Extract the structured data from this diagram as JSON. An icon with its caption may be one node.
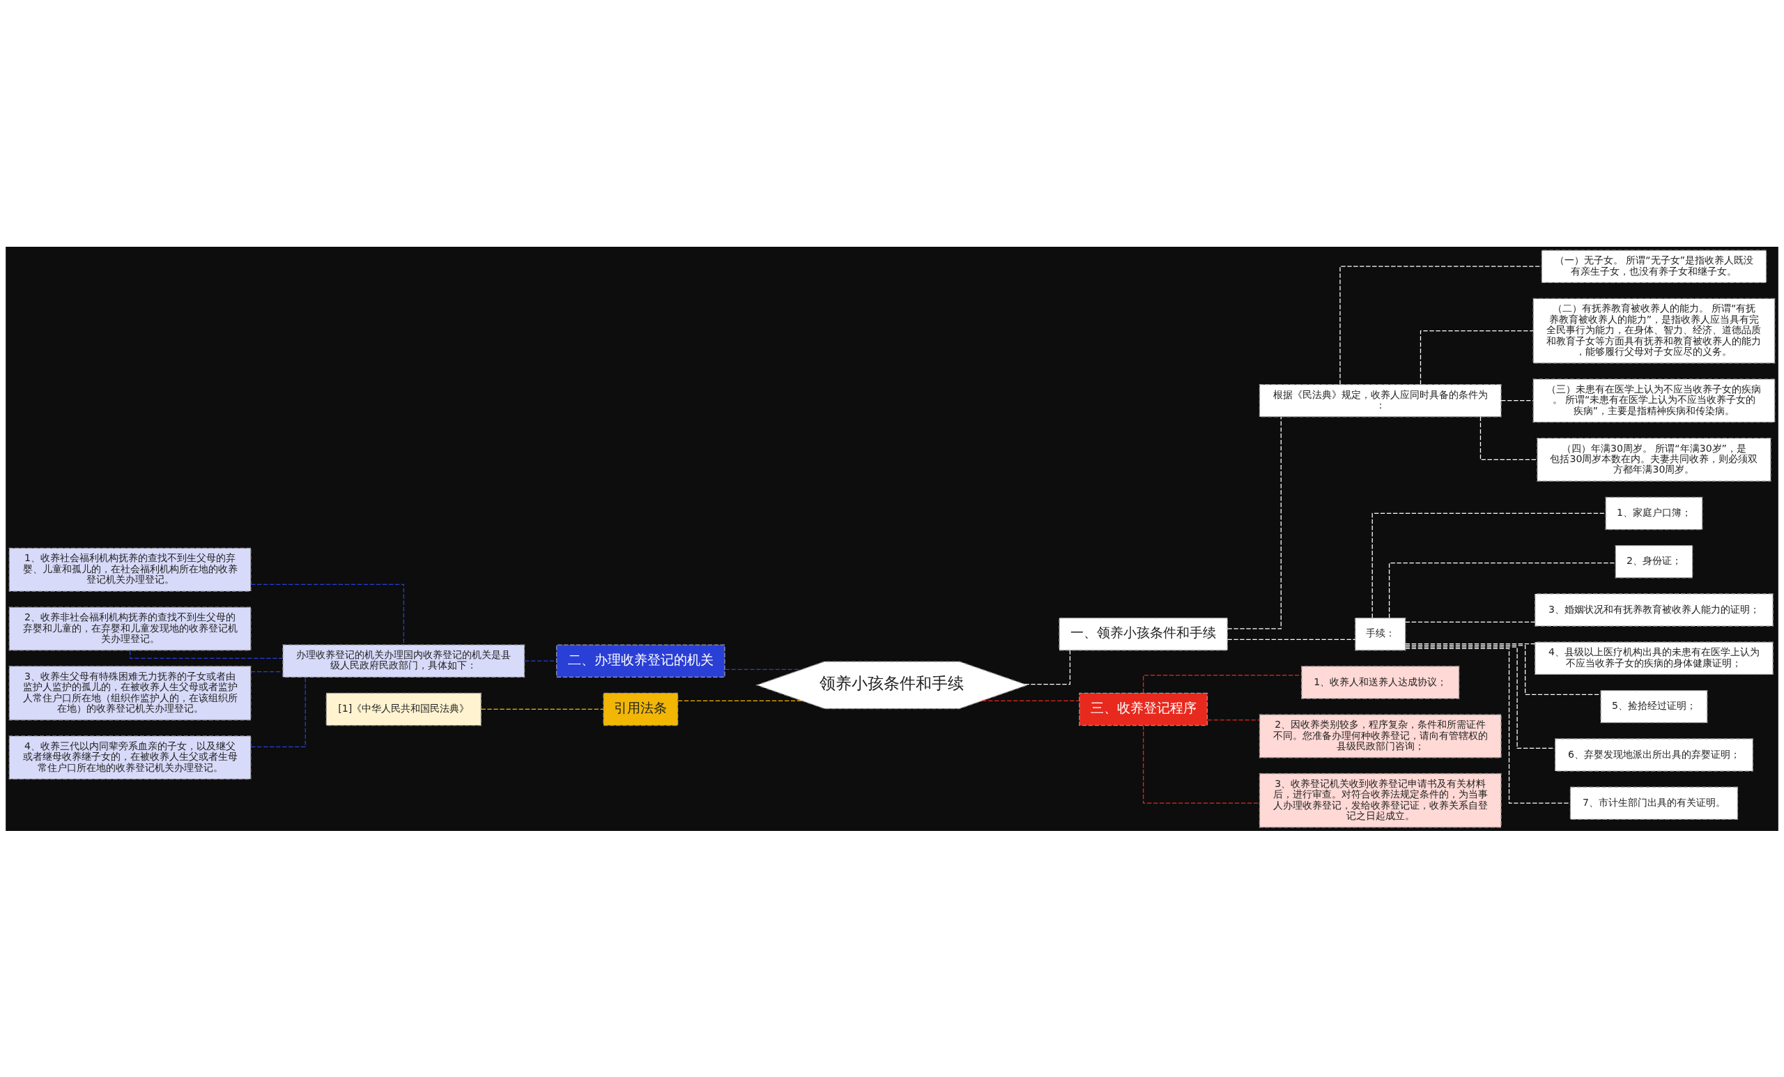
{
  "diagram": {
    "nodes": [
      {
        "text": [
          "领养小孩条件和手续"
        ]
      },
      {
        "text": [
          "一、领养小孩条件和手续"
        ]
      },
      {
        "text": [
          "根据《民法典》规定，收养人应同时具备的条件为："
        ]
      },
      {
        "text": [
          "（一）无子女。 所谓“无子女”是指收养人既没有亲生子女，也没有养子女和继子女。"
        ]
      },
      {
        "text": [
          "（二）有抚养教育被收养人的能力。 所谓“有抚养教育被收养人的能力”，是指收养人应当具有完全民事行为能力，在身体、智力、经济、道德品质和教育子女等方面具有抚养和教育被收养人的能力，能够履行父母对子女应尽的义务。"
        ]
      },
      {
        "text": [
          "（三）未患有在医学上认为不应当收养子女的疾病。 所谓“未患有在医学上认为不应当收养子女的疾病”，主要是指精神疾病和传染病。"
        ]
      },
      {
        "text": [
          "（四）年满30周岁。 所谓“年满30岁”，是包括30周岁本数在内。夫妻共同收养，则必须双方都年满30周岁。"
        ]
      },
      {
        "text": [
          "手续："
        ]
      },
      {
        "text": [
          "1、家庭户口簿；"
        ]
      },
      {
        "text": [
          "2、身份证；"
        ]
      },
      {
        "text": [
          "3、婚姻状况和有抚养教育被收养人能力的证明；"
        ]
      },
      {
        "text": [
          "4、县级以上医疗机构出具的未患有在医学上认为不应当收养子女的疾病的身体健康证明；"
        ]
      },
      {
        "text": [
          "5、捡拾经过证明；"
        ]
      },
      {
        "text": [
          "6、弃婴发现地派出所出具的弃婴证明；"
        ]
      },
      {
        "text": [
          "7、市计生部门出具的有关证明。"
        ]
      },
      {
        "text": [
          "三、收养登记程序"
        ]
      },
      {
        "text": [
          "1、收养人和送养人达成协议；"
        ]
      },
      {
        "text": [
          "2、因收养类别较多，程序复杂，条件和所需证件不同。您准备办理何种收养登记，请向有管辖权的县级民政部门咨询；"
        ]
      },
      {
        "text": [
          "3、收养登记机关收到收养登记申请书及有关材料后，进行审查。对符合收养法规定条件的，为当事人办理收养登记，发给收养登记证，收养关系自登记之日起成立。"
        ]
      },
      {
        "text": [
          "二、办理收养登记的机关"
        ]
      },
      {
        "text": [
          "办理收养登记的机关办理国内收养登记的机关是县级人民政府民政部门，具体如下："
        ]
      },
      {
        "text": [
          "1、收养社会福利机构抚养的查找不到生父母的弃婴、儿童和孤儿的，在社会福利机构所在地的收养登记机关办理登记。"
        ]
      },
      {
        "text": [
          "2、收养非社会福利机构抚养的查找不到生父母的弃婴和儿童的，在弃婴和儿童发现地的收养登记机关办理登记。"
        ]
      },
      {
        "text": [
          "3、收养生父母有特殊困难无力抚养的子女或者由监护人监护的孤儿的，在被收养人生父母或者监护人常住户口所在地（组织作监护人的，在该组织所在地）的收养登记机关办理登记。"
        ]
      },
      {
        "text": [
          "4、收养三代以内同辈旁系血亲的子女，以及继父或者继母收养继子女的，在被收养人生父或者生母常住户口所在地的收养登记机关办理登记。"
        ]
      },
      {
        "text": [
          "引用法条"
        ]
      },
      {
        "text": [
          "[1]《中华人民共和国民法典》"
        ]
      }
    ],
    "edges": [
      {
        "from": 0,
        "to": 1,
        "arrow": "none",
        "style": "dashed"
      },
      {
        "from": 1,
        "to": 2,
        "arrow": "none",
        "style": "dashed"
      },
      {
        "from": 2,
        "to": 3,
        "arrow": "none",
        "style": "dashed"
      },
      {
        "from": 2,
        "to": 4,
        "arrow": "none",
        "style": "dashed"
      },
      {
        "from": 2,
        "to": 5,
        "arrow": "none",
        "style": "dashed"
      },
      {
        "from": 2,
        "to": 6,
        "arrow": "none",
        "style": "dashed"
      },
      {
        "from": 1,
        "to": 7,
        "arrow": "none",
        "style": "dashed"
      },
      {
        "from": 7,
        "to": 8,
        "arrow": "none",
        "style": "dashed"
      },
      {
        "from": 7,
        "to": 9,
        "arrow": "none",
        "style": "dashed"
      },
      {
        "from": 7,
        "to": 10,
        "arrow": "none",
        "style": "dashed"
      },
      {
        "from": 7,
        "to": 11,
        "arrow": "none",
        "style": "dashed"
      },
      {
        "from": 7,
        "to": 12,
        "arrow": "none",
        "style": "dashed"
      },
      {
        "from": 7,
        "to": 13,
        "arrow": "none",
        "style": "dashed"
      },
      {
        "from": 7,
        "to": 14,
        "arrow": "none",
        "style": "dashed"
      },
      {
        "from": 0,
        "to": 15,
        "arrow": "none",
        "style": "dashed",
        "color": "#e8291e"
      },
      {
        "from": 15,
        "to": 16,
        "arrow": "none",
        "style": "dashed",
        "color": "#e8291e"
      },
      {
        "from": 15,
        "to": 17,
        "arrow": "none",
        "style": "dashed",
        "color": "#e8291e"
      },
      {
        "from": 15,
        "to": 18,
        "arrow": "none",
        "style": "dashed",
        "color": "#e8291e"
      },
      {
        "from": 0,
        "to": 19,
        "arrow": "none",
        "style": "dashed",
        "color": "#2a3fd6"
      },
      {
        "from": 19,
        "to": 20,
        "arrow": "none",
        "style": "dashed",
        "color": "#2a3fd6"
      },
      {
        "from": 20,
        "to": 21,
        "arrow": "none",
        "style": "dashed",
        "color": "#2a3fd6"
      },
      {
        "from": 20,
        "to": 22,
        "arrow": "none",
        "style": "dashed",
        "color": "#2a3fd6"
      },
      {
        "from": 20,
        "to": 23,
        "arrow": "none",
        "style": "dashed",
        "color": "#2a3fd6"
      },
      {
        "from": 20,
        "to": 24,
        "arrow": "none",
        "style": "dashed",
        "color": "#2a3fd6"
      },
      {
        "from": 0,
        "to": 25,
        "arrow": "none",
        "style": "dashed",
        "color": "#f2b705"
      },
      {
        "from": 25,
        "to": 26,
        "arrow": "none",
        "style": "dashed",
        "color": "#f2b705"
      }
    ]
  }
}
